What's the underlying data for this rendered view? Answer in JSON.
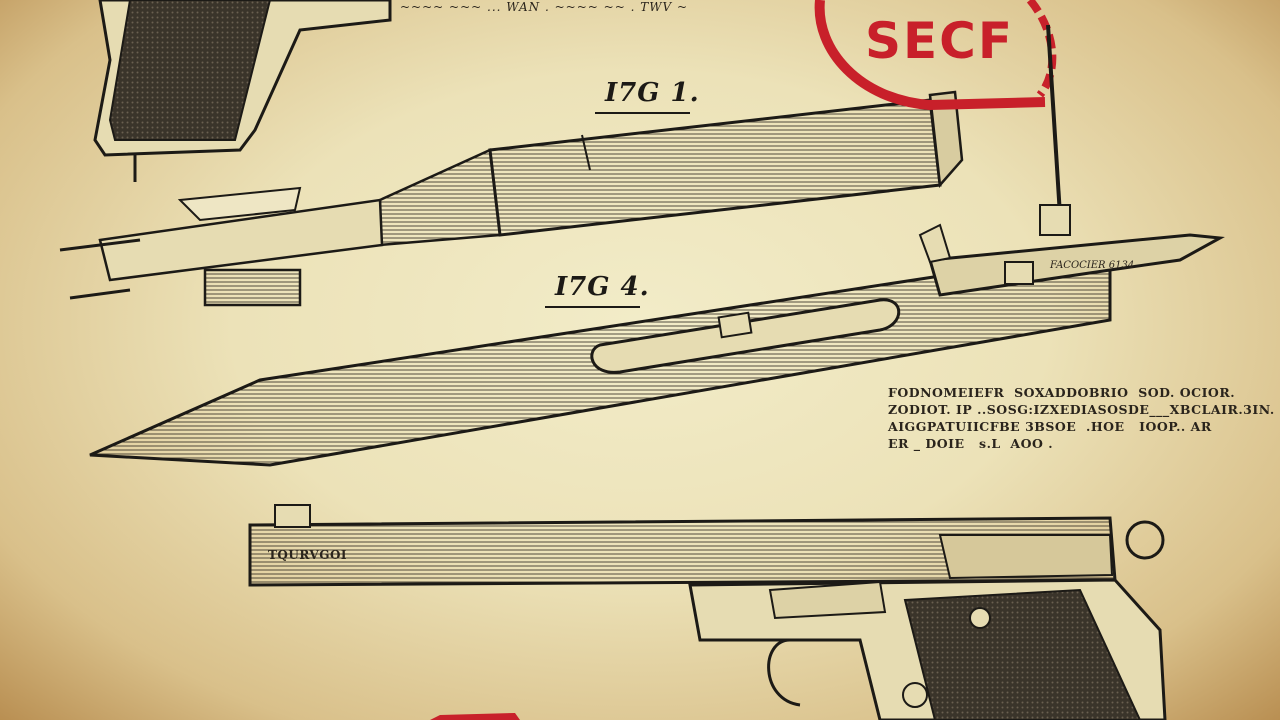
{
  "illustration": {
    "style": "vintage patent drawing",
    "colors": {
      "paper": "#ece2b8",
      "ink": "#1c1a16",
      "stamp_red": "#c8202a",
      "vignette": "#b98f52"
    },
    "header_text": "~~~~ ~~~ ... WAN . ~~~~ ~~ . TWV ~",
    "figure_labels": [
      {
        "label": "I7G 1."
      },
      {
        "label": "I7G 4."
      }
    ],
    "stamp": {
      "text": "SECF"
    },
    "part_tag_receiver": "FACOCIER 6134",
    "part_tag_slide": "TQURVGOI",
    "spec_block": {
      "lines": [
        "FODNOMEIEFR  SOXADDOBRIO  SOD. OCIOR.",
        "ZODIOT. IP ..SOSG:IZXEDIASOSDE___XBCLAIR.3IN.",
        "AIGGPATUIICFBE 3BSOE  .HOE   IOOP.. AR",
        "ER _ DOIE   s.L  AOO ."
      ]
    }
  }
}
